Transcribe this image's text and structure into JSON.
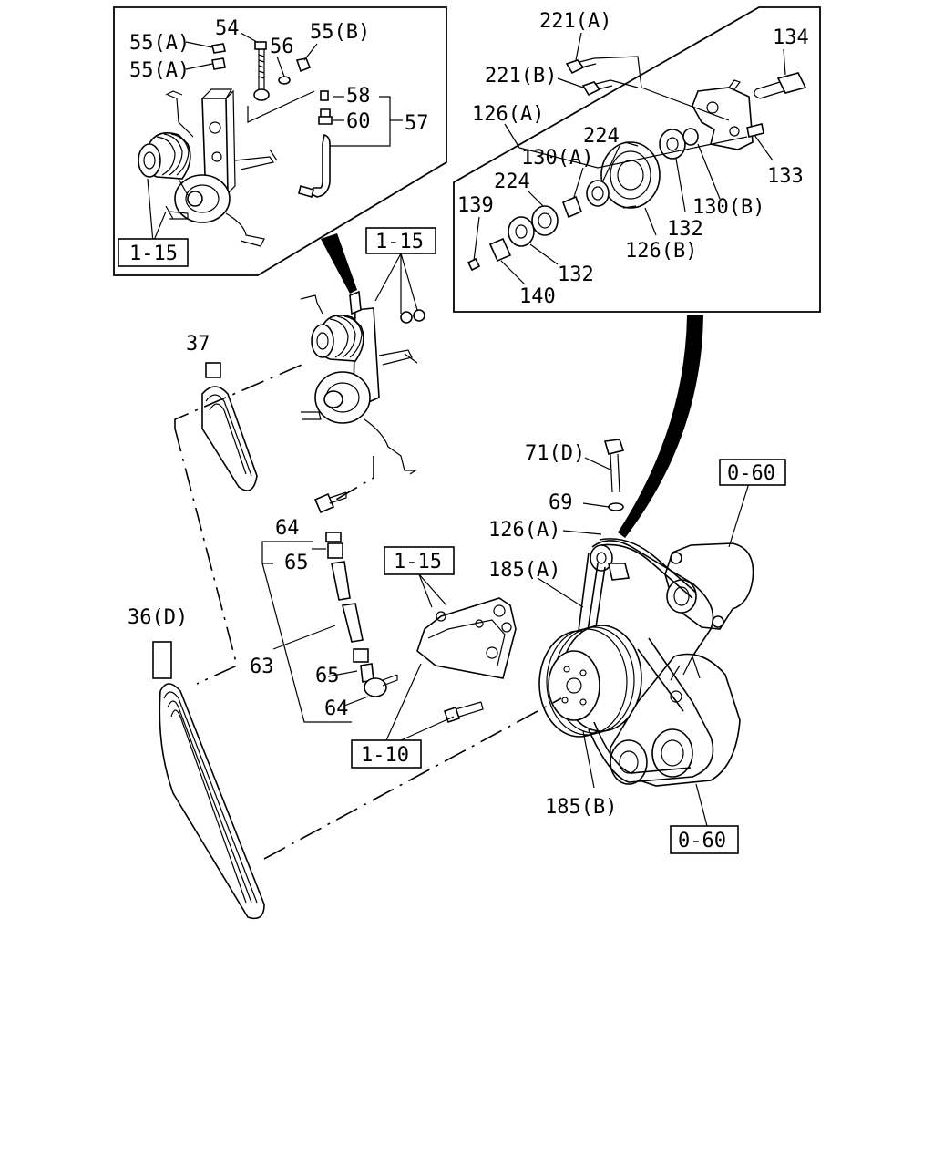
{
  "labels": {
    "l54": "54",
    "l55a_1": "55(A)",
    "l55a_2": "55(A)",
    "l55b": "55(B)",
    "l56": "56",
    "l58": "58",
    "l60": "60",
    "l57": "57",
    "l221a": "221(A)",
    "l221b": "221(B)",
    "l134": "134",
    "l126a_top": "126(A)",
    "l224_1": "224",
    "l224_2": "224",
    "l130a": "130(A)",
    "l130b": "130(B)",
    "l139": "139",
    "l133": "133",
    "l132_1": "132",
    "l132_2": "132",
    "l126b": "126(B)",
    "l140": "140",
    "l37": "37",
    "l71d": "71(D)",
    "l69": "69",
    "l126a_main": "126(A)",
    "l185a": "185(A)",
    "l185b": "185(B)",
    "l64_1": "64",
    "l64_2": "64",
    "l65_1": "65",
    "l65_2": "65",
    "l63": "63",
    "l36d": "36(D)"
  },
  "refs": {
    "r115_inset": "1-15",
    "r115_top": "1-15",
    "r115_mid": "1-15",
    "r110": "1-10",
    "r060_top": "0-60",
    "r060_bottom": "0-60"
  }
}
